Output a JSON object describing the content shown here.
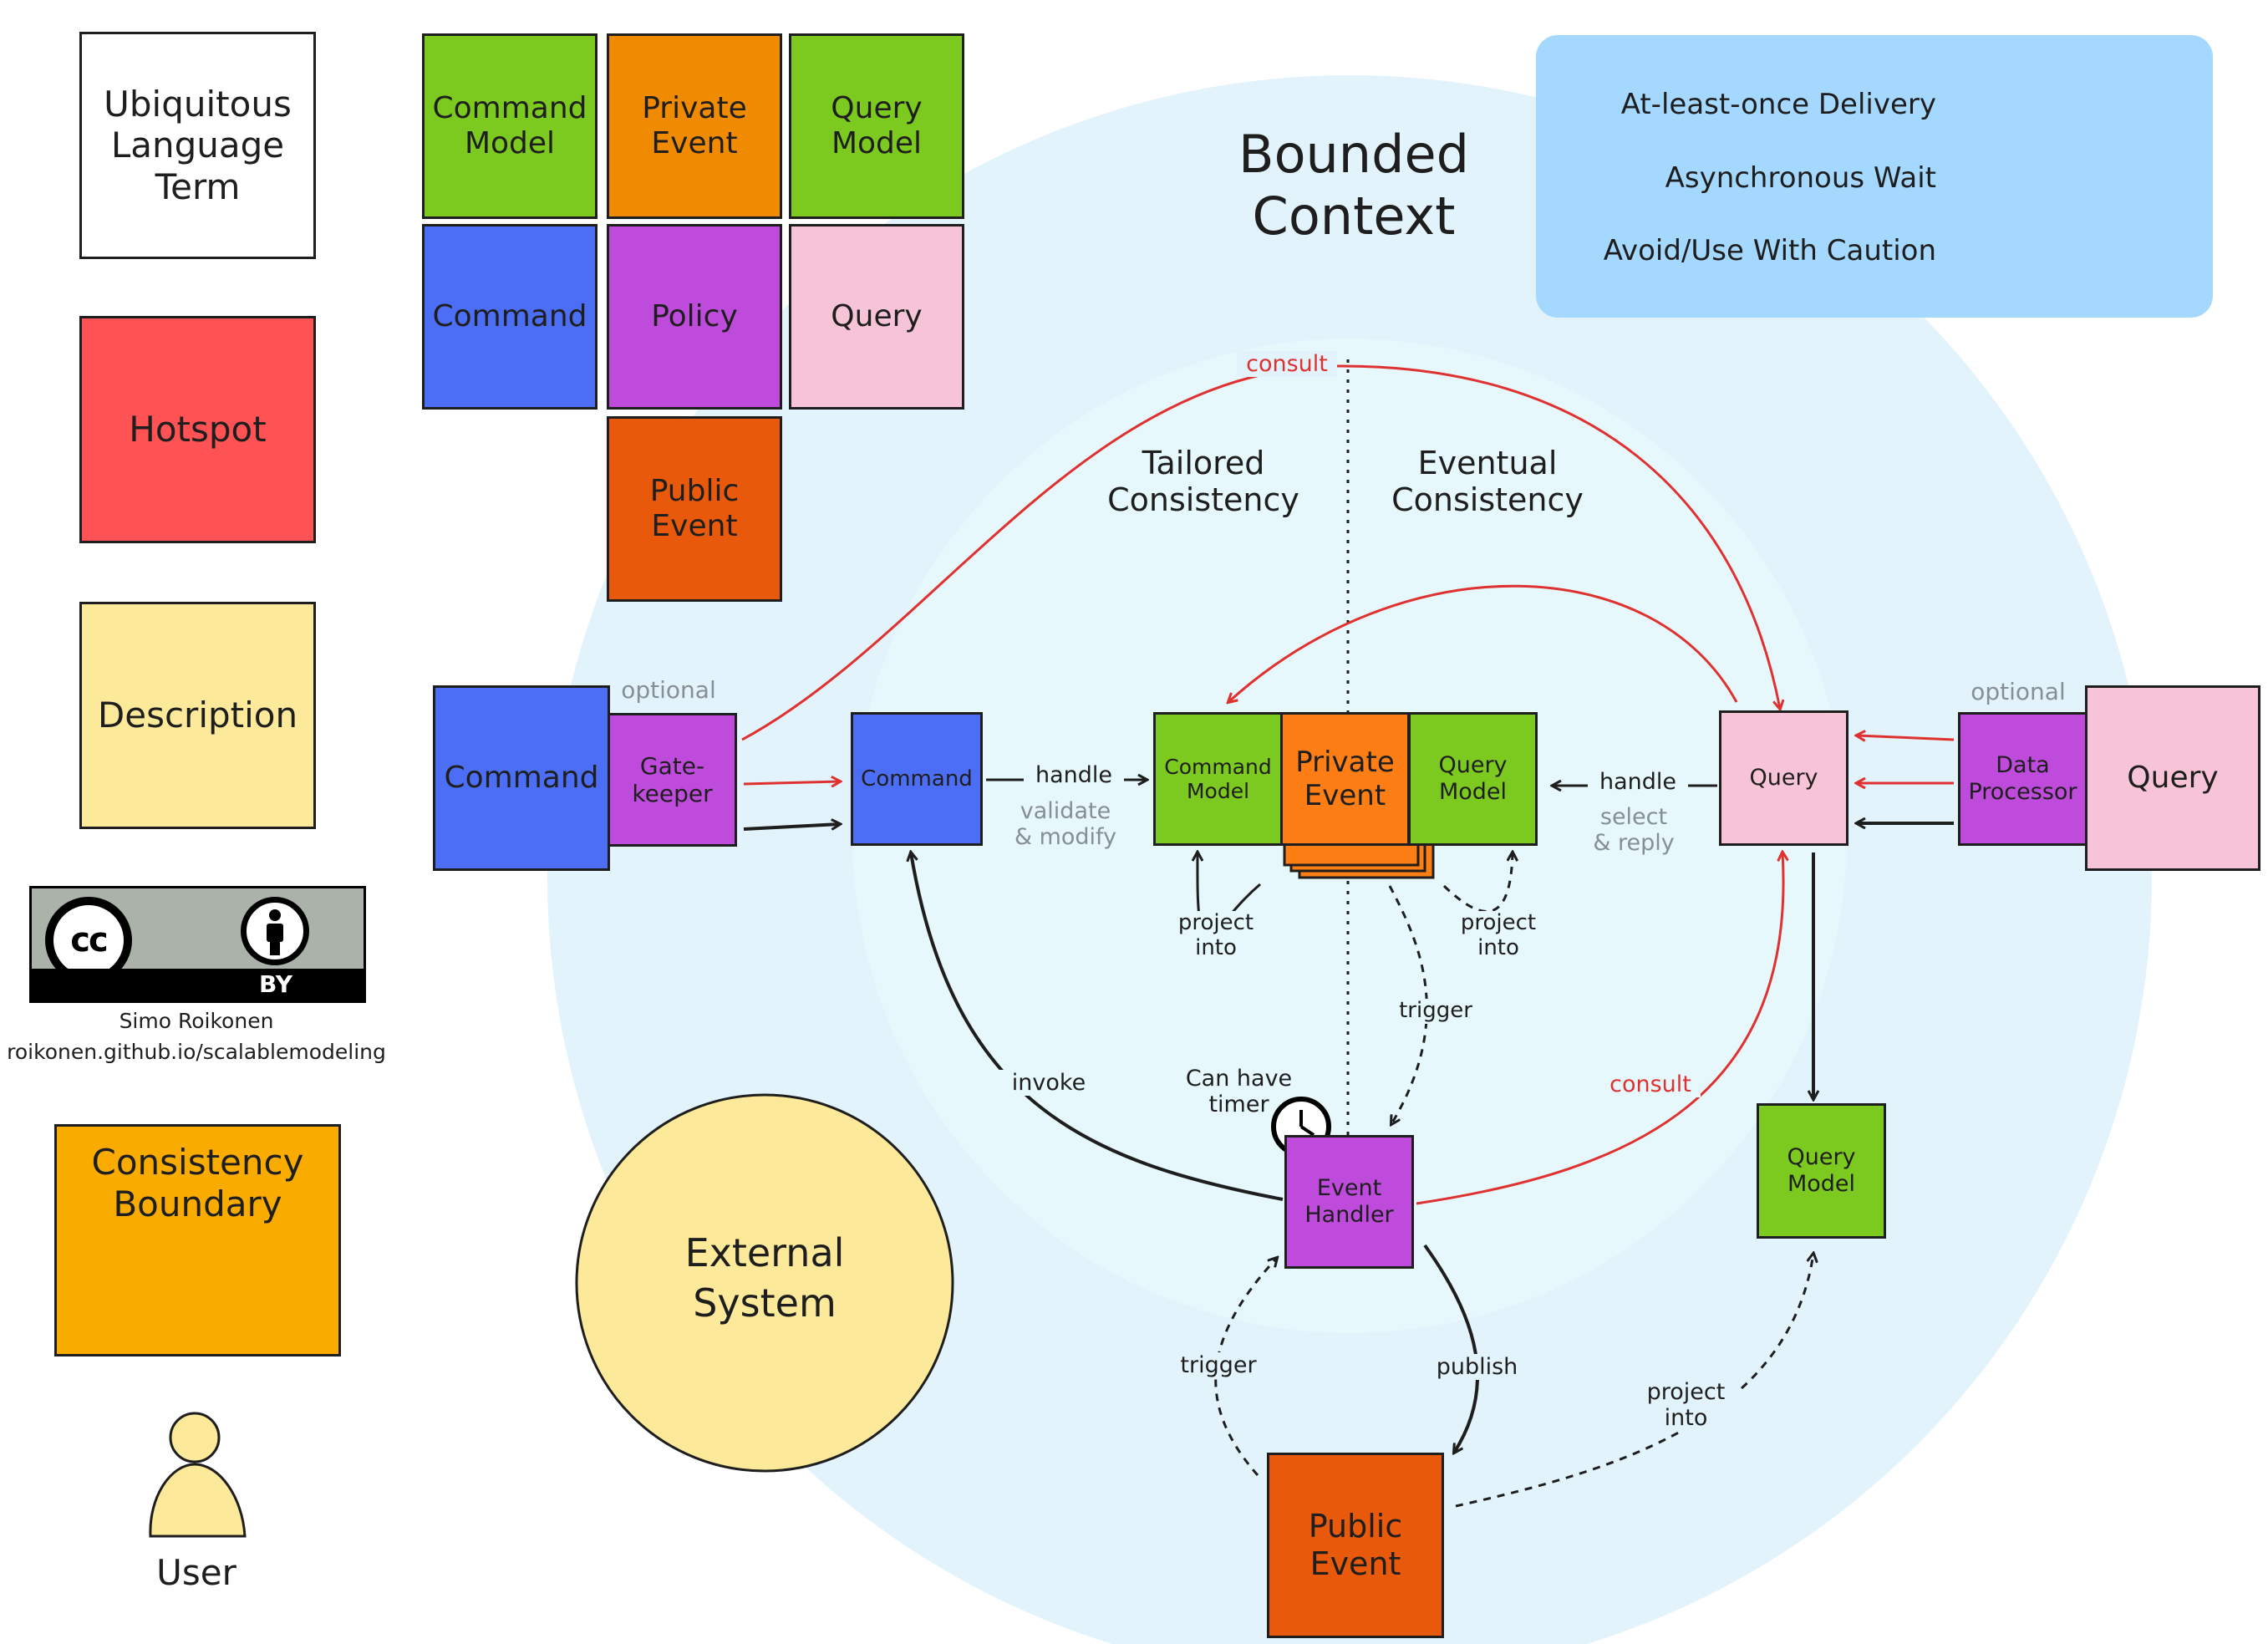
{
  "legend_notes": {
    "ubiquitous_language_term": "Ubiquitous\nLanguage\nTerm",
    "hotspot": "Hotspot",
    "description": "Description",
    "consistency_boundary": "Consistency\nBoundary",
    "user": "User",
    "license_author": "Simo Roikonen",
    "license_url": "roikonen.github.io/scalablemodeling",
    "license_badge_cc": "cc",
    "license_badge_by": "BY"
  },
  "palette": {
    "command_model": "Command\nModel",
    "private_event": "Private\nEvent",
    "query_model": "Query\nModel",
    "command": "Command",
    "policy": "Policy",
    "query": "Query",
    "public_event": "Public\nEvent"
  },
  "title": "Bounded\nContext",
  "arrow_legend": {
    "at_least_once": "At-least-once Delivery",
    "async_wait": "Asynchronous Wait",
    "avoid_caution": "Avoid/Use With Caution"
  },
  "regions": {
    "tailored": "Tailored\nConsistency",
    "eventual": "Eventual\nConsistency"
  },
  "flow": {
    "command_outer": "Command",
    "gatekeeper": "Gate-\nkeeper",
    "optional_left": "optional",
    "command_inner": "Command",
    "handle_left": "handle",
    "validate_modify": "validate\n& modify",
    "command_model": "Command\nModel",
    "private_event": "Private\nEvent",
    "query_model_center": "Query\nModel",
    "handle_right": "handle",
    "select_reply": "select\n& reply",
    "query_inner": "Query",
    "data_processor": "Data\nProcessor",
    "optional_right": "optional",
    "query_outer": "Query",
    "project_into_left": "project\ninto",
    "project_into_right": "project\ninto",
    "trigger_mid": "trigger",
    "invoke": "invoke",
    "can_have_timer": "Can have\ntimer",
    "event_handler": "Event\nHandler",
    "consult_top": "consult",
    "consult_bottom": "consult",
    "query_model_lower": "Query\nModel",
    "external_system": "External\nSystem",
    "trigger_bottom": "trigger",
    "publish": "publish",
    "project_into_bottom": "project\ninto",
    "public_event": "Public\nEvent"
  },
  "colors": {
    "command": "#4c6ef5",
    "command_model": "#7cc91f",
    "private_event": "#f08a00",
    "policy": "#be4bdb",
    "query": "#f7c3d6",
    "public_event": "#e8590c",
    "hotspot": "#ff5254",
    "description": "#fde99a",
    "consistency_boundary": "#f9ab00",
    "bounded_context": "#e3f3fb",
    "legend_panel": "#a5d8ff",
    "caution_arrow": "#e03131"
  }
}
